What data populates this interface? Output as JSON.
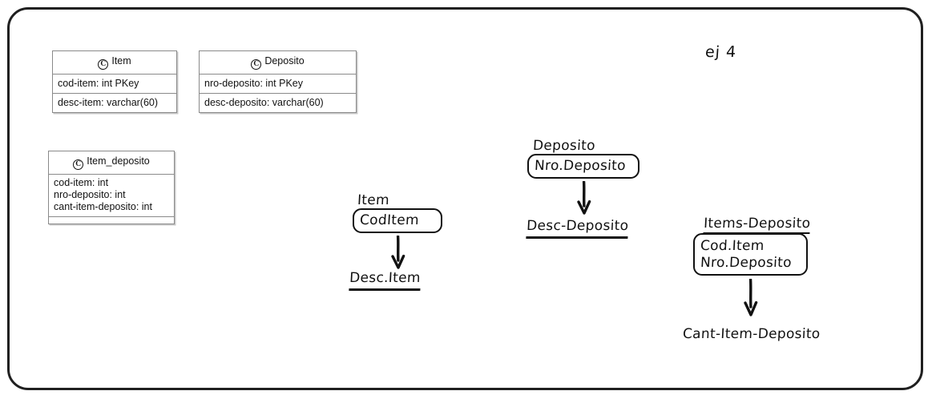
{
  "frame": {
    "name": "diagram-sheet"
  },
  "note": {
    "text": "ej 4"
  },
  "uml_classes": [
    {
      "id": "item",
      "marker": "C",
      "name": "Item",
      "compartments": [
        [
          "cod-item: int PKey"
        ],
        [
          "desc-item: varchar(60)"
        ]
      ]
    },
    {
      "id": "deposito",
      "marker": "C",
      "name": "Deposito",
      "compartments": [
        [
          "nro-deposito: int PKey"
        ],
        [
          "desc-deposito: varchar(60)"
        ]
      ]
    },
    {
      "id": "item-deposito",
      "marker": "C",
      "name": "Item_deposito",
      "compartments": [
        [
          "cod-item: int",
          "nro-deposito: int",
          "cant-item-deposito: int"
        ],
        []
      ]
    }
  ],
  "dependencies": [
    {
      "id": "item-fd",
      "title": "Item",
      "title_underlined": false,
      "determinant": [
        "CodItem"
      ],
      "dependent": "Desc.Item",
      "dependent_underlined": true
    },
    {
      "id": "deposito-fd",
      "title": "Deposito",
      "title_underlined": false,
      "determinant": [
        "Nro.Deposito"
      ],
      "dependent": "Desc-Deposito",
      "dependent_underlined": true
    },
    {
      "id": "items-deposito-fd",
      "title": "Items-Deposito",
      "title_underlined": true,
      "determinant": [
        "Cod.Item",
        "Nro.Deposito"
      ],
      "dependent": "Cant-Item-Deposito",
      "dependent_underlined": false
    }
  ],
  "colors": {
    "ink": "#111111",
    "uml_border": "#8a8a8a",
    "frame": "#202020",
    "background": "#ffffff"
  }
}
